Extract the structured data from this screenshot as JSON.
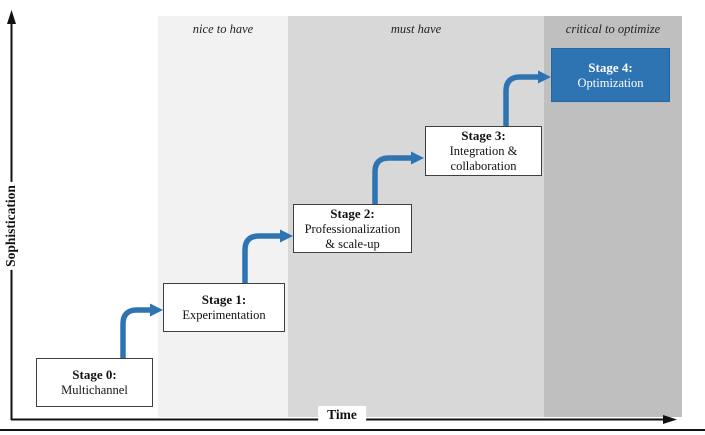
{
  "axes": {
    "y_label": "Sophistication",
    "x_label": "Time"
  },
  "zones": [
    {
      "label": "nice to have",
      "bg": "#f2f2f2"
    },
    {
      "label": "must have",
      "bg": "#d8d8d8"
    },
    {
      "label": "critical to optimize",
      "bg": "#bfbfbf"
    }
  ],
  "stages": [
    {
      "title": "Stage 0:",
      "subtitle": "Multichannel",
      "highlighted": false
    },
    {
      "title": "Stage 1:",
      "subtitle": "Experimentation",
      "highlighted": false
    },
    {
      "title": "Stage 2:",
      "subtitle": "Professionalization\n& scale-up",
      "highlighted": false
    },
    {
      "title": "Stage 3:",
      "subtitle": "Integration &\ncollaboration",
      "highlighted": false
    },
    {
      "title": "Stage 4:",
      "subtitle": "Optimization",
      "highlighted": true
    }
  ],
  "colors": {
    "accent_blue": "#2e74b3",
    "zone_light": "#f2f2f2",
    "zone_mid": "#d8d8d8",
    "zone_dark": "#bfbfbf",
    "axis_black": "#111111"
  }
}
